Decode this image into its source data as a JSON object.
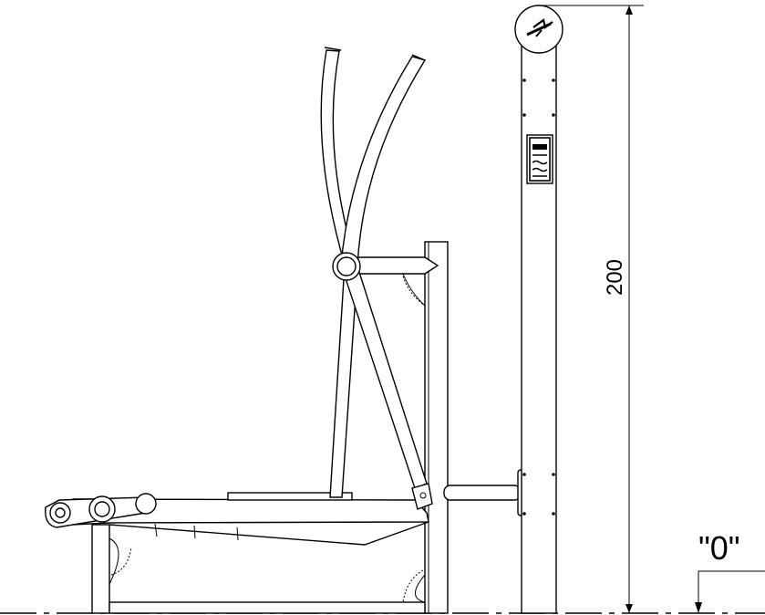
{
  "drawing": {
    "height_dimension": "200",
    "ground_level_label": "\"0\""
  },
  "colors": {
    "stroke": "#000000",
    "background": "#ffffff"
  },
  "icons": {
    "post_cap_logo": "running-figure-logo",
    "info_plate": "instruction-plate-icon"
  }
}
